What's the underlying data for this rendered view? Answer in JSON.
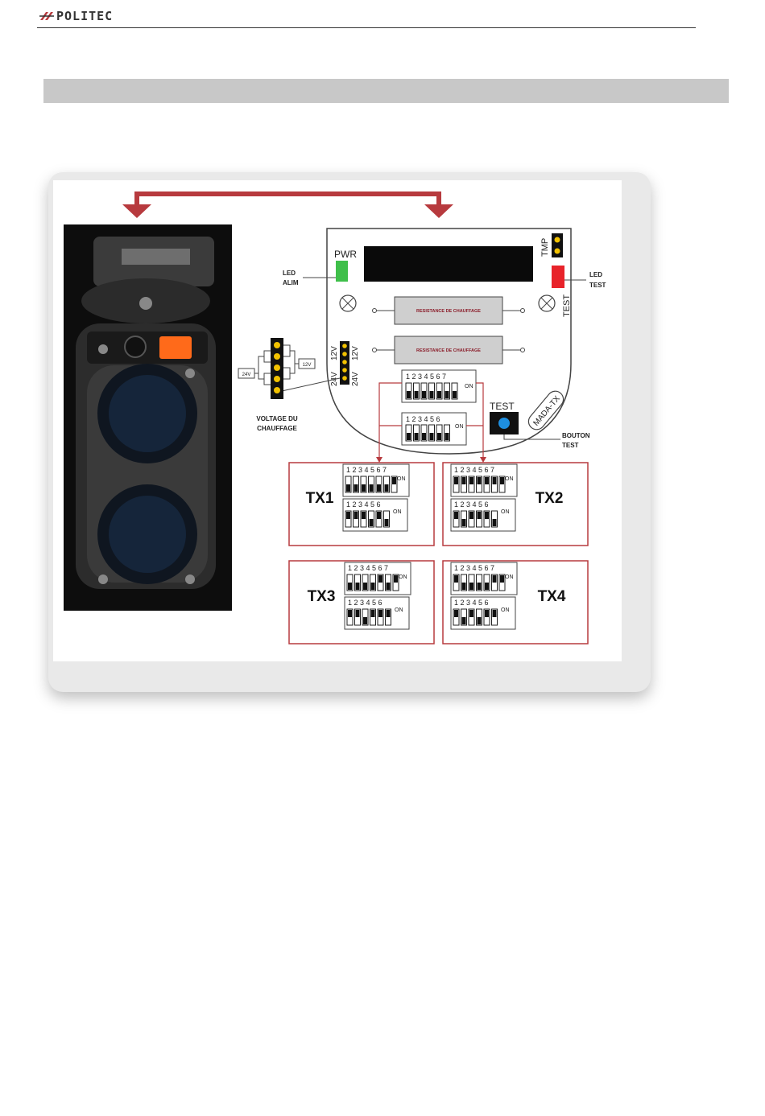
{
  "header": {
    "brand": "POLITEC"
  },
  "colors": {
    "accent_red": "#b73a3e",
    "led_green": "#3fbf4a",
    "led_red": "#e8232a",
    "button_blue": "#1e8fe0",
    "yellow_pin": "#f2c200"
  },
  "board": {
    "pwr_label": "PWR",
    "tmp_label": "TMP",
    "test_vertical": "TEST",
    "led_alim_line1": "LED",
    "led_alim_line2": "ALIM",
    "led_test_line1": "LED",
    "led_test_line2": "TEST",
    "resistance1": "RESISTANCE DE CHAUFFAGE",
    "resistance2": "RESISTANCE DE CHAUFFAGE",
    "v12a": "12V",
    "v12b": "12V",
    "v24a": "24V",
    "v24b": "24V",
    "jumper_24v": "24V",
    "jumper_12v": "12V",
    "voltage_line1": "VOLTAGE DU",
    "voltage_line2": "CHAUFFAGE",
    "test_button_label": "TEST",
    "model": "MADA-TX",
    "bouton_line1": "BOUTON",
    "bouton_line2": "TEST",
    "dip7_numbers": "1 2 3 4 5 6 7",
    "dip6_numbers": "1 2 3 4 5 6",
    "on_label": "ON"
  },
  "tx_boxes": [
    {
      "label": "TX1",
      "dip7_on": [
        7
      ],
      "dip6_on": [
        1,
        2,
        3,
        5
      ]
    },
    {
      "label": "TX2",
      "dip7_on": [
        1,
        2,
        3,
        4,
        5,
        6,
        7
      ],
      "dip6_on": [
        1,
        3,
        4,
        5
      ]
    },
    {
      "label": "TX3",
      "dip7_on": [
        5,
        7
      ],
      "dip6_on": [
        1,
        2,
        4,
        5,
        6
      ]
    },
    {
      "label": "TX4",
      "dip7_on": [
        1,
        6,
        7
      ],
      "dip6_on": [
        1,
        3,
        5,
        6
      ]
    }
  ]
}
